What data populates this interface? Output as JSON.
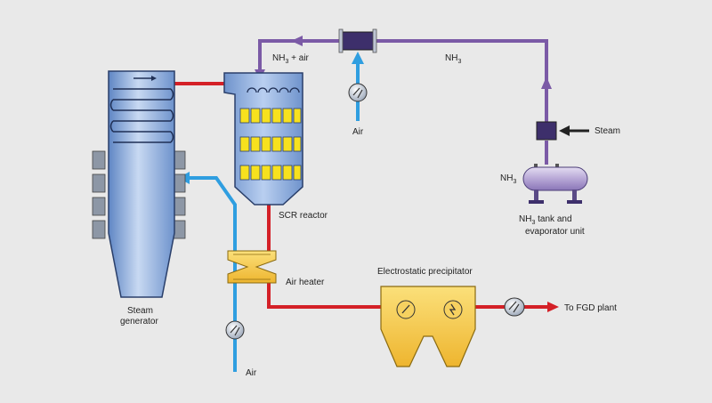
{
  "labels": {
    "nh3_air_prefix": "NH",
    "nh3_air_sub": "3",
    "nh3_air_suffix": " + air",
    "nh3_top_prefix": "NH",
    "nh3_top_sub": "3",
    "air_top": "Air",
    "steam": "Steam",
    "nh3_tank_prefix": "NH",
    "nh3_tank_sub": "3",
    "tank_line1_prefix": "NH",
    "tank_line1_sub": "3",
    "tank_line1_suffix": " tank and",
    "tank_line2": "evaporator unit",
    "scr_reactor": "SCR reactor",
    "air_heater": "Air heater",
    "esp": "Electrostatic precipitator",
    "to_fgd": "To FGD plant",
    "steam_gen_line1": "Steam",
    "steam_gen_line2": "generator",
    "air_bottom": "Air"
  },
  "colors": {
    "flue_gas": "#d42027",
    "ammonia": "#7b5aa6",
    "air": "#2f9ee0",
    "boiler": "#8fb2e0",
    "catalyst": "#f7e11e",
    "equipment_yellow": "#f7c948",
    "background": "#e9e9e9"
  }
}
